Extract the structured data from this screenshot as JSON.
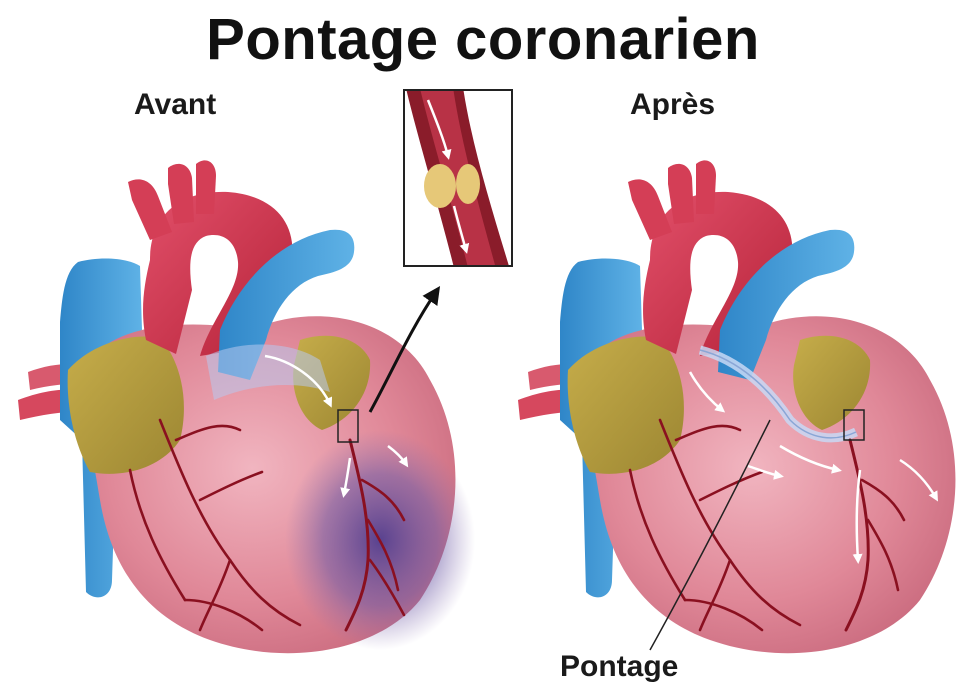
{
  "title": "Pontage coronarien",
  "labels": {
    "before": "Avant",
    "after": "Après",
    "graft": "Pontage"
  },
  "colors": {
    "heart_pink": "#d97a8e",
    "artery_red": "#c0283c",
    "vein_blue": "#3d9ad8",
    "fat_yellow": "#b9a040",
    "ischemia_purple": "#5a4a9a",
    "vessel_dark_red": "#8a1020",
    "blood_flow": "#ffffff"
  },
  "icons": {
    "zoom_pointer": "arrow-icon",
    "inset": "artery-blockage-inset"
  }
}
